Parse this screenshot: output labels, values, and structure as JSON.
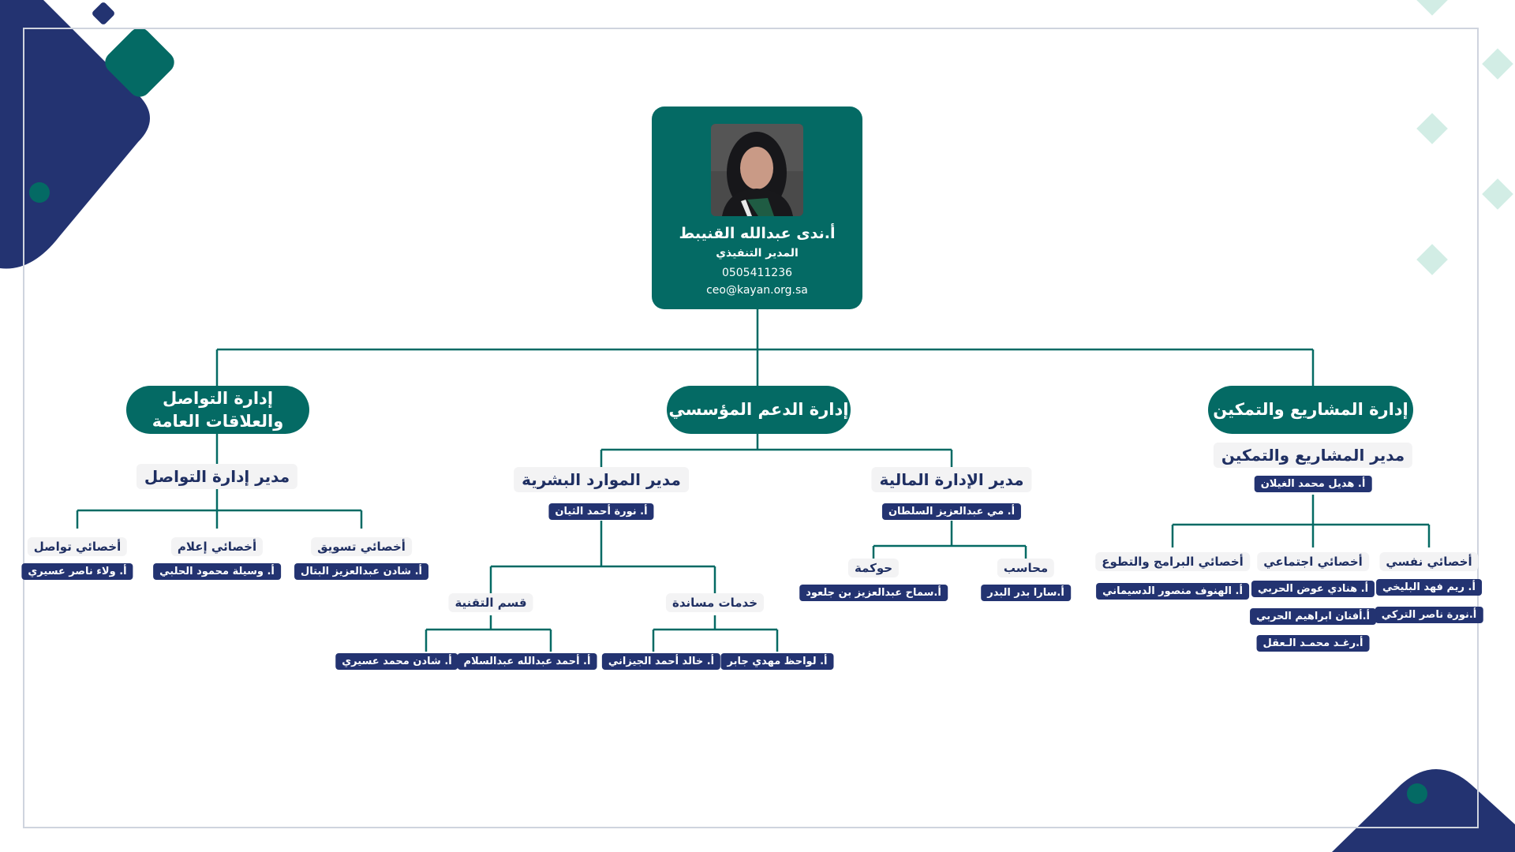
{
  "colors": {
    "teal": "#046a64",
    "navy": "#233371",
    "mint": "#d2ede5",
    "line": "#046a64"
  },
  "ceo": {
    "name": "أ.ندى عبدالله القنيبط",
    "title": "المدير التنفيذي",
    "phone": "0505411236",
    "email": "ceo@kayan.org.sa"
  },
  "departments": {
    "communications": {
      "name": "إدارة التواصل والعلاقات العامة",
      "manager_title": "مدير إدارة التواصل",
      "roles": [
        {
          "title": "أخصائي تسويق",
          "name": "أ. شادن عبدالعزيز البتال"
        },
        {
          "title": "أخصائي إعلام",
          "name": "أ. وسيلة محمود الحلبي"
        },
        {
          "title": "أخصائي تواصل",
          "name": "أ. ولاء ناصر عسيري"
        }
      ]
    },
    "support": {
      "name": "إدارة الدعم المؤسسي",
      "hr": {
        "title": "مدير الموارد البشرية",
        "name": "أ. نورة أحمد الثيان",
        "units": [
          {
            "title": "خدمات مساندة",
            "names": [
              "أ. لواحظ مهدي جابر",
              "أ. خالد أحمد الجيزاني"
            ]
          },
          {
            "title": "قسم التقنية",
            "names": [
              "أ. أحمد عبدالله عبدالسلام",
              "أ. شادن محمد عسيري"
            ]
          }
        ]
      },
      "finance": {
        "title": "مدير الإدارة المالية",
        "name": "أ. مي عبدالعزيز السلطان",
        "roles": [
          {
            "title": "محاسب",
            "name": "أ.سارا بدر البدر"
          },
          {
            "title": "حوكمة",
            "name": "أ.سماح عبدالعزيز بن جلعود"
          }
        ]
      }
    },
    "projects": {
      "name": "إدارة المشاريع والتمكين",
      "manager_title": "مدير المشاريع والتمكين",
      "manager_name": "أ. هديل محمد الغيلان",
      "roles": [
        {
          "title": "أخصائي نفسي",
          "names": [
            "أ. ريم فهد البليخي",
            "أ.نورة ناصر التركي"
          ]
        },
        {
          "title": "أخصائي اجتماعي",
          "names": [
            "أ. هنادي عوض الحربي",
            "أ.أفنان ابراهيم الحربي",
            "أ.رغـد محمـد الـعقل"
          ]
        },
        {
          "title": "أخصائي البرامج والتطوع",
          "names": [
            "أ. الهنوف منصور الدسيماني"
          ]
        }
      ]
    }
  }
}
